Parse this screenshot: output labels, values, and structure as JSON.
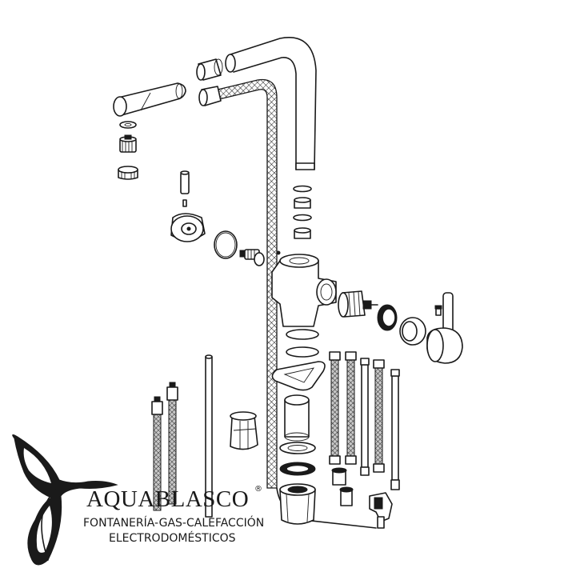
{
  "colors": {
    "ink": "#1a1a1a",
    "background": "#ffffff",
    "hose_fill": "#9a9a9a"
  },
  "logo": {
    "icon": "butterfly-logo-icon",
    "name": "AQUABLASCO",
    "registered_mark": "®",
    "tagline_line1": "FONTANERÍA-GAS-CALEFACCIÓN",
    "tagline_line2": "ELECTRODOMÉSTICOS"
  },
  "parts": [
    "spout-tube-icon",
    "spout-sleeve-icon",
    "pull-out-spray-head-icon",
    "aerator-washer-icon",
    "aerator-insert-icon",
    "aerator-housing-icon",
    "handle-pin-icon",
    "diverter-knob-icon",
    "o-ring-icon",
    "diverter-valve-icon",
    "braided-hose-icon",
    "faucet-body-icon",
    "cartridge-icon",
    "cartridge-nut-icon",
    "cover-ring-icon",
    "lever-handle-icon",
    "set-screw-icon",
    "base-gasket-icon",
    "horseshoe-washer-icon",
    "threaded-shank-icon",
    "flexible-supply-hose-icon",
    "mounting-rod-icon",
    "hose-weight-icon",
    "mounting-nut-icon",
    "hose-connector-icon"
  ]
}
